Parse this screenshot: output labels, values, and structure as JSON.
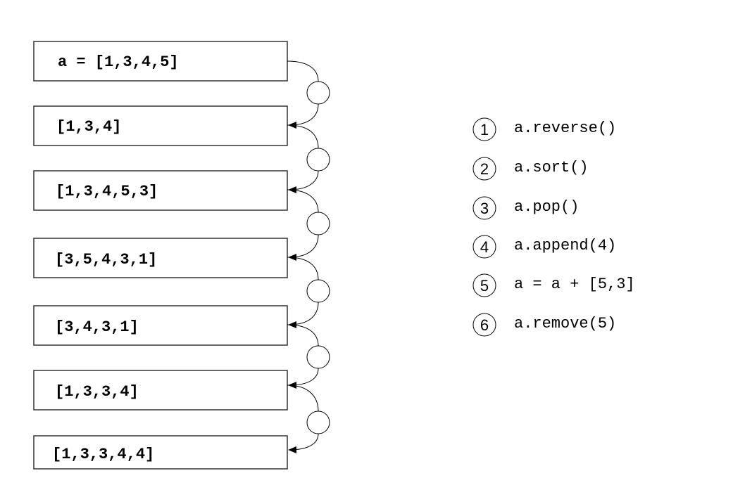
{
  "states": [
    "a = [1,3,4,5]",
    "[1,3,4]",
    "[1,3,4,5,3]",
    "[3,5,4,3,1]",
    "[3,4,3,1]",
    "[1,3,3,4]",
    "[1,3,3,4,4]"
  ],
  "options": [
    {
      "number": "1",
      "code": "a.reverse()"
    },
    {
      "number": "2",
      "code": "a.sort()"
    },
    {
      "number": "3",
      "code": "a.pop()"
    },
    {
      "number": "4",
      "code": "a.append(4)"
    },
    {
      "number": "5",
      "code": "a = a + [5,3]"
    },
    {
      "number": "6",
      "code": "a.remove(5)"
    }
  ]
}
